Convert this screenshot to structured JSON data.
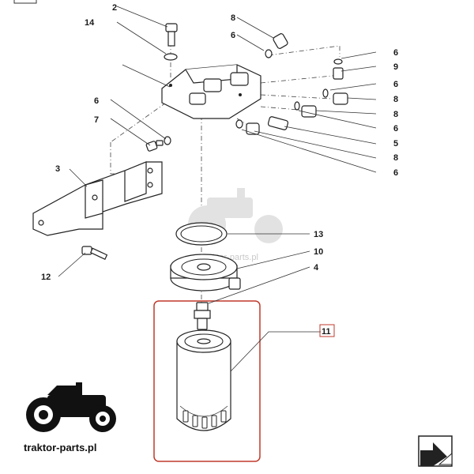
{
  "callouts": {
    "c2": "2",
    "c14": "14",
    "c8a": "8",
    "c6a": "6",
    "c6b": "6",
    "c9": "9",
    "c6c": "6",
    "c8b": "8",
    "c8c": "8",
    "c6d": "6",
    "c5": "5",
    "c8d": "8",
    "c6e": "6",
    "c6f": "6",
    "c7": "7",
    "c3": "3",
    "c12": "12",
    "c13": "13",
    "c10": "10",
    "c4": "4",
    "c11": "11"
  },
  "watermark": {
    "brand": "traktor-parts.pl",
    "brand_faint": "traktor-parts.pl"
  },
  "colors": {
    "highlight_box": "#c0392b",
    "line": "#222222",
    "watermark_gray": "#d4d4d4"
  },
  "icons": {
    "nav": "page-turn-arrow-icon",
    "logo": "tractor-logo-icon"
  }
}
